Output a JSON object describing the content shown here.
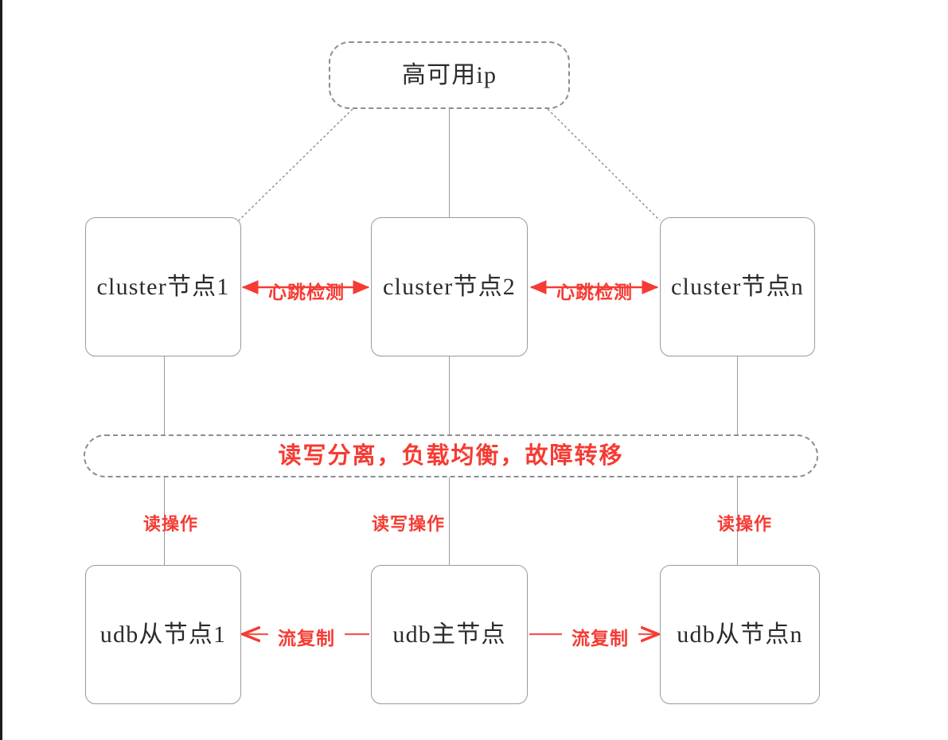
{
  "diagram": {
    "title_node": {
      "id": "ha-ip",
      "label": "高可用ip",
      "style": "dashed"
    },
    "cluster_nodes": [
      {
        "id": "cluster-node-1",
        "label": "cluster节点1"
      },
      {
        "id": "cluster-node-2",
        "label": "cluster节点2"
      },
      {
        "id": "cluster-node-n",
        "label": "cluster节点n"
      }
    ],
    "middle_bar": {
      "id": "policy-bar",
      "label": "读写分离，负载均衡，故障转移",
      "style": "dashed"
    },
    "db_nodes": [
      {
        "id": "udb-slave-1",
        "label": "udb从节点1"
      },
      {
        "id": "udb-master",
        "label": "udb主节点"
      },
      {
        "id": "udb-slave-n",
        "label": "udb从节点n"
      }
    ],
    "heartbeat_labels": [
      {
        "id": "heartbeat-left",
        "label": "心跳检测"
      },
      {
        "id": "heartbeat-right",
        "label": "心跳检测"
      }
    ],
    "operation_labels": [
      {
        "id": "op-read-left",
        "label": "读操作"
      },
      {
        "id": "op-readwrite-center",
        "label": "读写操作"
      },
      {
        "id": "op-read-right",
        "label": "读操作"
      }
    ],
    "replication_labels": [
      {
        "id": "replication-left",
        "label": "流复制"
      },
      {
        "id": "replication-right",
        "label": "流复制"
      }
    ],
    "colors": {
      "accent_red": "#f53b33",
      "node_border": "#9a9a9a",
      "dashed_border": "#8d8d8d",
      "text": "#2b2b2b",
      "background": "#ffffff",
      "frame": "#1c1c1c"
    }
  }
}
